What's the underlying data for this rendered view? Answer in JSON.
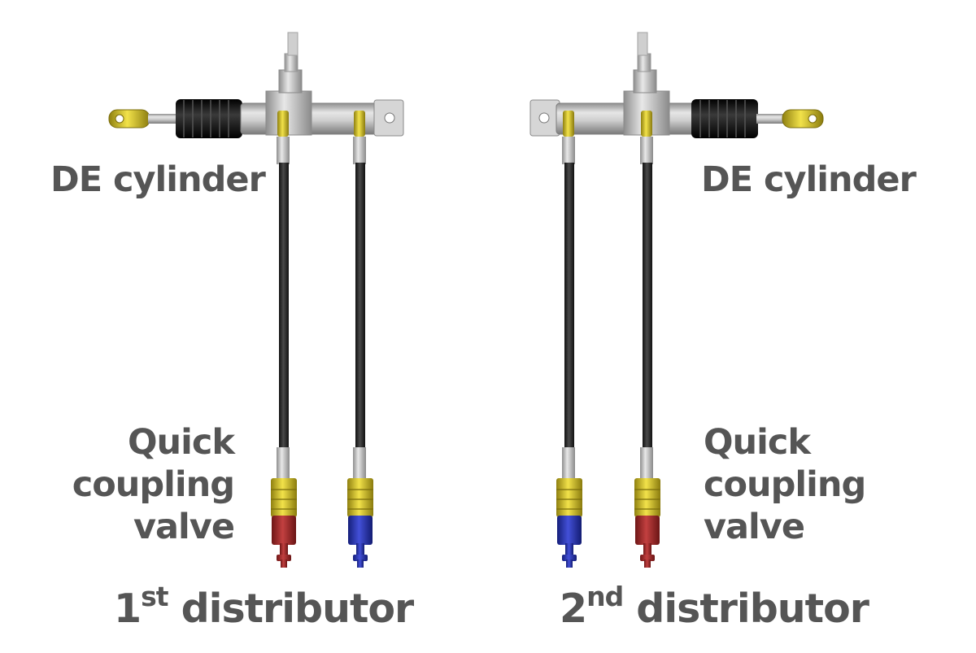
{
  "units": [
    {
      "cylinder_label": "DE cylinder",
      "coupling_label_lines": [
        "Quick",
        "coupling",
        "valve"
      ],
      "distributor": {
        "number": "1",
        "suffix": "st",
        "word": " distributor"
      },
      "coupler_colors": [
        "red",
        "blue"
      ]
    },
    {
      "cylinder_label": "DE cylinder",
      "coupling_label_lines": [
        "Quick",
        "coupling",
        "valve"
      ],
      "distributor": {
        "number": "2",
        "suffix": "nd",
        "word": " distributor"
      },
      "coupler_colors": [
        "blue",
        "red"
      ]
    }
  ],
  "colors": {
    "label": "#555555",
    "hose": "#2b2b2b",
    "brass": "#d4c21f",
    "red": "#a52b2b",
    "blue": "#2a36b8",
    "steel": "#c9c9c9",
    "boot": "#1c1c1c"
  }
}
